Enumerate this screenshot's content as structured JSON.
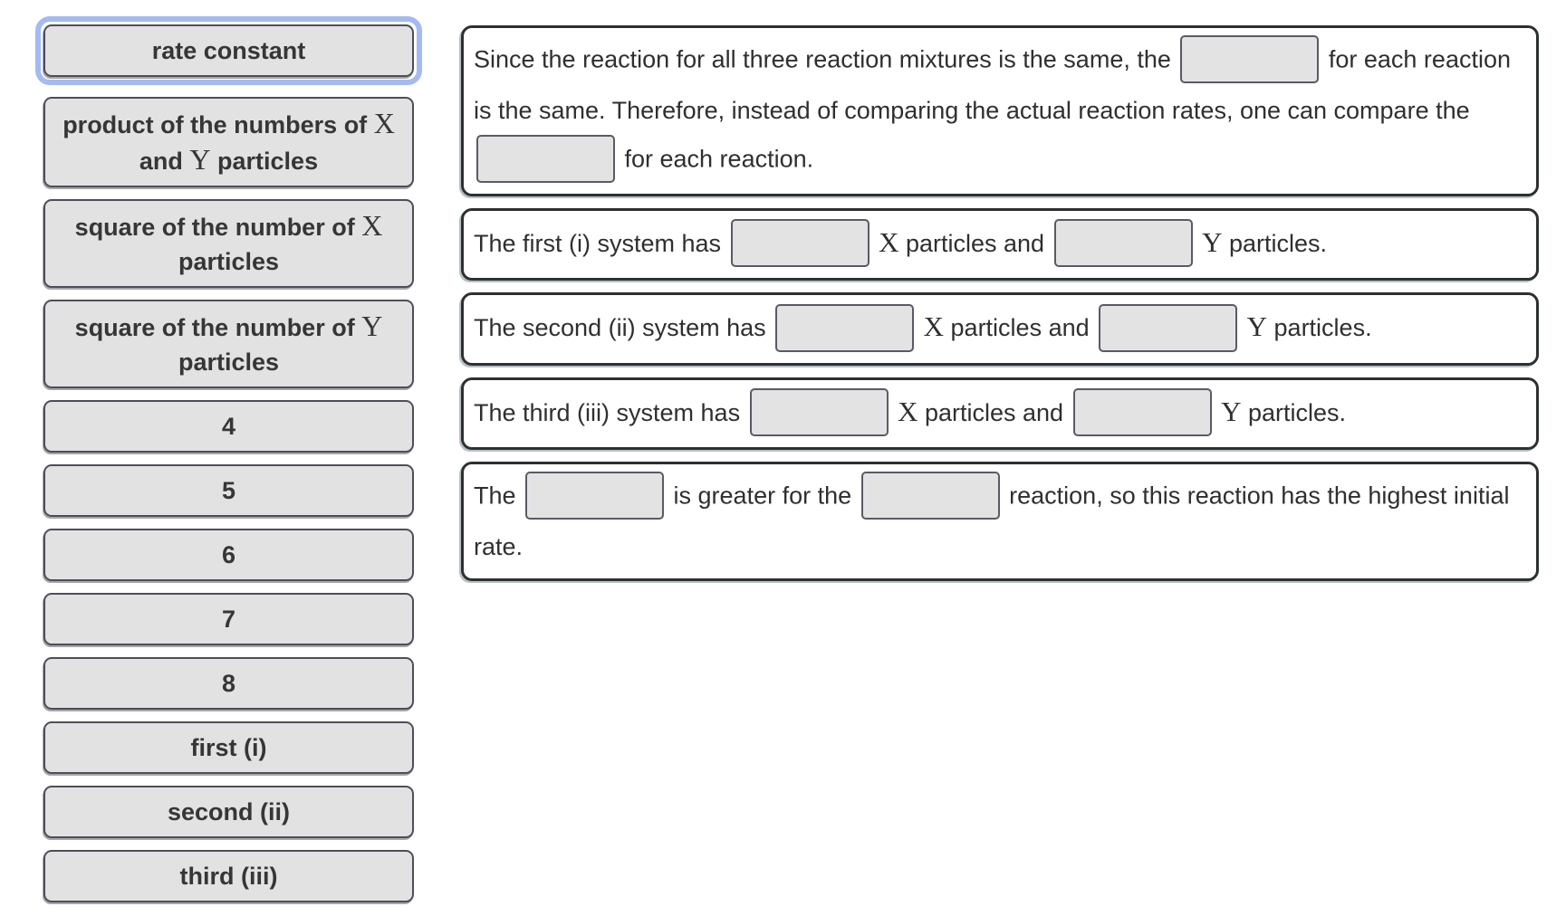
{
  "colors": {
    "focus_ring_blue": "#a4baf0",
    "chip_background": "#e2e2e2",
    "chip_border": "#4e4e5a",
    "sentence_box_border": "#2d3031",
    "blank_background": "#e3e3e3",
    "blank_border": "#5a5a66",
    "text": "#323232"
  },
  "word_bank": [
    {
      "name": "chip-rate-constant",
      "selected": true,
      "segments": [
        {
          "text": "rate constant"
        }
      ]
    },
    {
      "name": "chip-product-of-numbers-of-x-and-y",
      "selected": false,
      "segments": [
        {
          "text": "product of the numbers of "
        },
        {
          "math": "X"
        },
        {
          "text": " and "
        },
        {
          "math": "Y"
        },
        {
          "text": " particles"
        }
      ]
    },
    {
      "name": "chip-square-of-number-of-x",
      "selected": false,
      "segments": [
        {
          "text": "square of the number of "
        },
        {
          "math": "X"
        },
        {
          "text": " particles"
        }
      ]
    },
    {
      "name": "chip-square-of-number-of-y",
      "selected": false,
      "segments": [
        {
          "text": "square of the number of "
        },
        {
          "math": "Y"
        },
        {
          "text": " particles"
        }
      ]
    },
    {
      "name": "chip-4",
      "selected": false,
      "segments": [
        {
          "text": "4"
        }
      ]
    },
    {
      "name": "chip-5",
      "selected": false,
      "segments": [
        {
          "text": "5"
        }
      ]
    },
    {
      "name": "chip-6",
      "selected": false,
      "segments": [
        {
          "text": "6"
        }
      ]
    },
    {
      "name": "chip-7",
      "selected": false,
      "segments": [
        {
          "text": "7"
        }
      ]
    },
    {
      "name": "chip-8",
      "selected": false,
      "segments": [
        {
          "text": "8"
        }
      ]
    },
    {
      "name": "chip-first-i",
      "selected": false,
      "segments": [
        {
          "text": "first (i)"
        }
      ]
    },
    {
      "name": "chip-second-ii",
      "selected": false,
      "segments": [
        {
          "text": "second (ii)"
        }
      ]
    },
    {
      "name": "chip-third-iii",
      "selected": false,
      "segments": [
        {
          "text": "third (iii)"
        }
      ]
    }
  ],
  "sentences": [
    {
      "name": "sentence-box-rate-constant",
      "segments": [
        {
          "text": "Since the reaction for all three reaction mixtures is the same, the "
        },
        {
          "blank": true
        },
        {
          "text": " for each reaction is the same. Therefore, instead of comparing the actual reaction rates, one can compare the "
        },
        {
          "blank": true
        },
        {
          "text": " for each reaction."
        }
      ]
    },
    {
      "name": "sentence-box-first-system",
      "segments": [
        {
          "text": "The first (i) system has "
        },
        {
          "blank": true
        },
        {
          "text": " "
        },
        {
          "math": "X"
        },
        {
          "text": " particles and "
        },
        {
          "blank": true
        },
        {
          "text": " "
        },
        {
          "math": "Y"
        },
        {
          "text": " particles."
        }
      ]
    },
    {
      "name": "sentence-box-second-system",
      "segments": [
        {
          "text": "The second (ii) system has "
        },
        {
          "blank": true
        },
        {
          "text": " "
        },
        {
          "math": "X"
        },
        {
          "text": " particles and "
        },
        {
          "blank": true
        },
        {
          "text": " "
        },
        {
          "math": "Y"
        },
        {
          "text": " particles."
        }
      ]
    },
    {
      "name": "sentence-box-third-system",
      "segments": [
        {
          "text": "The third (iii) system has "
        },
        {
          "blank": true
        },
        {
          "text": " "
        },
        {
          "math": "X"
        },
        {
          "text": " particles and "
        },
        {
          "blank": true
        },
        {
          "text": " "
        },
        {
          "math": "Y"
        },
        {
          "text": " particles."
        }
      ]
    },
    {
      "name": "sentence-box-conclusion",
      "segments": [
        {
          "text": "The "
        },
        {
          "blank": true
        },
        {
          "text": " is greater for the "
        },
        {
          "blank": true
        },
        {
          "text": " reaction, so this reaction has the highest initial rate."
        }
      ]
    }
  ]
}
